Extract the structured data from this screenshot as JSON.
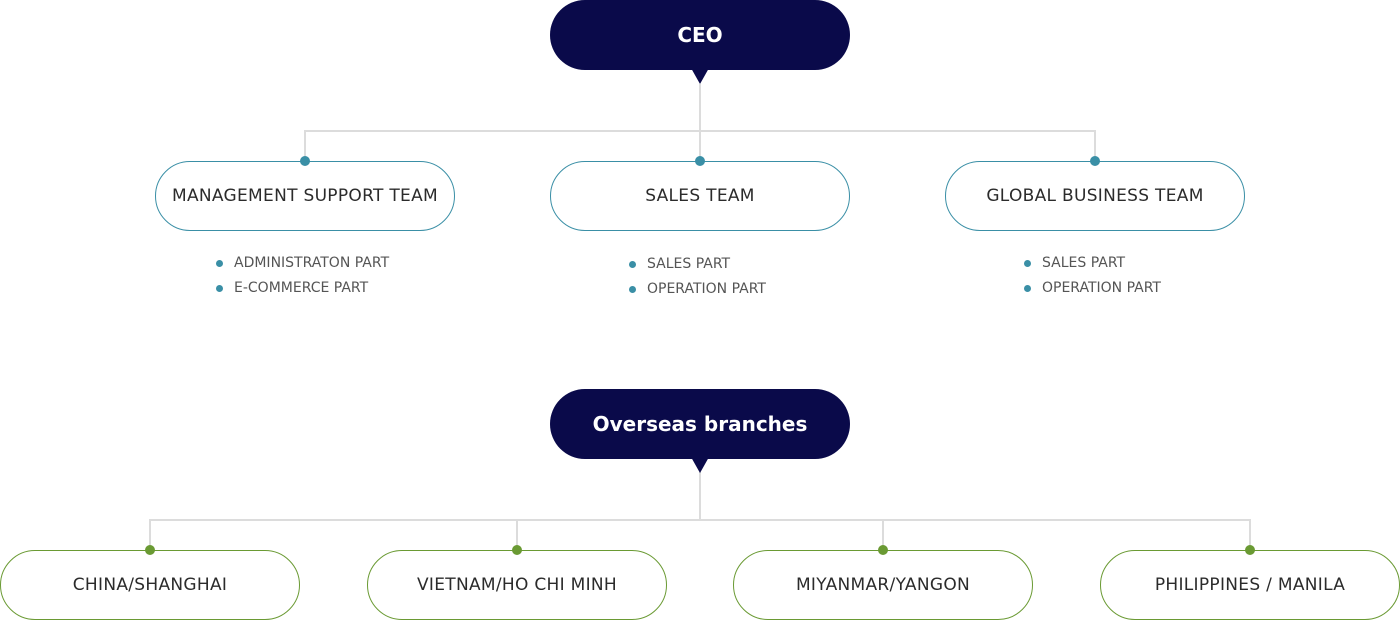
{
  "ceo": {
    "label": "CEO"
  },
  "teams": [
    {
      "label": "MANAGEMENT SUPPORT TEAM",
      "parts": [
        "ADMINISTRATON PART",
        "E-COMMERCE PART"
      ]
    },
    {
      "label": "SALES TEAM",
      "parts": [
        "SALES PART",
        "OPERATION PART"
      ]
    },
    {
      "label": "GLOBAL BUSINESS TEAM",
      "parts": [
        "SALES PART",
        "OPERATION PART"
      ]
    }
  ],
  "overseas": {
    "label": "Overseas branches"
  },
  "branches": [
    {
      "label": "CHINA/SHANGHAI"
    },
    {
      "label": "VIETNAM/HO CHI MINH"
    },
    {
      "label": "MIYANMAR/YANGON"
    },
    {
      "label": "PHILIPPINES / MANILA"
    }
  ],
  "colors": {
    "dark_node": "#0a0a4a",
    "team_accent": "#3a8fa6",
    "branch_accent": "#6a9a33",
    "connector": "#dcdcdc"
  }
}
